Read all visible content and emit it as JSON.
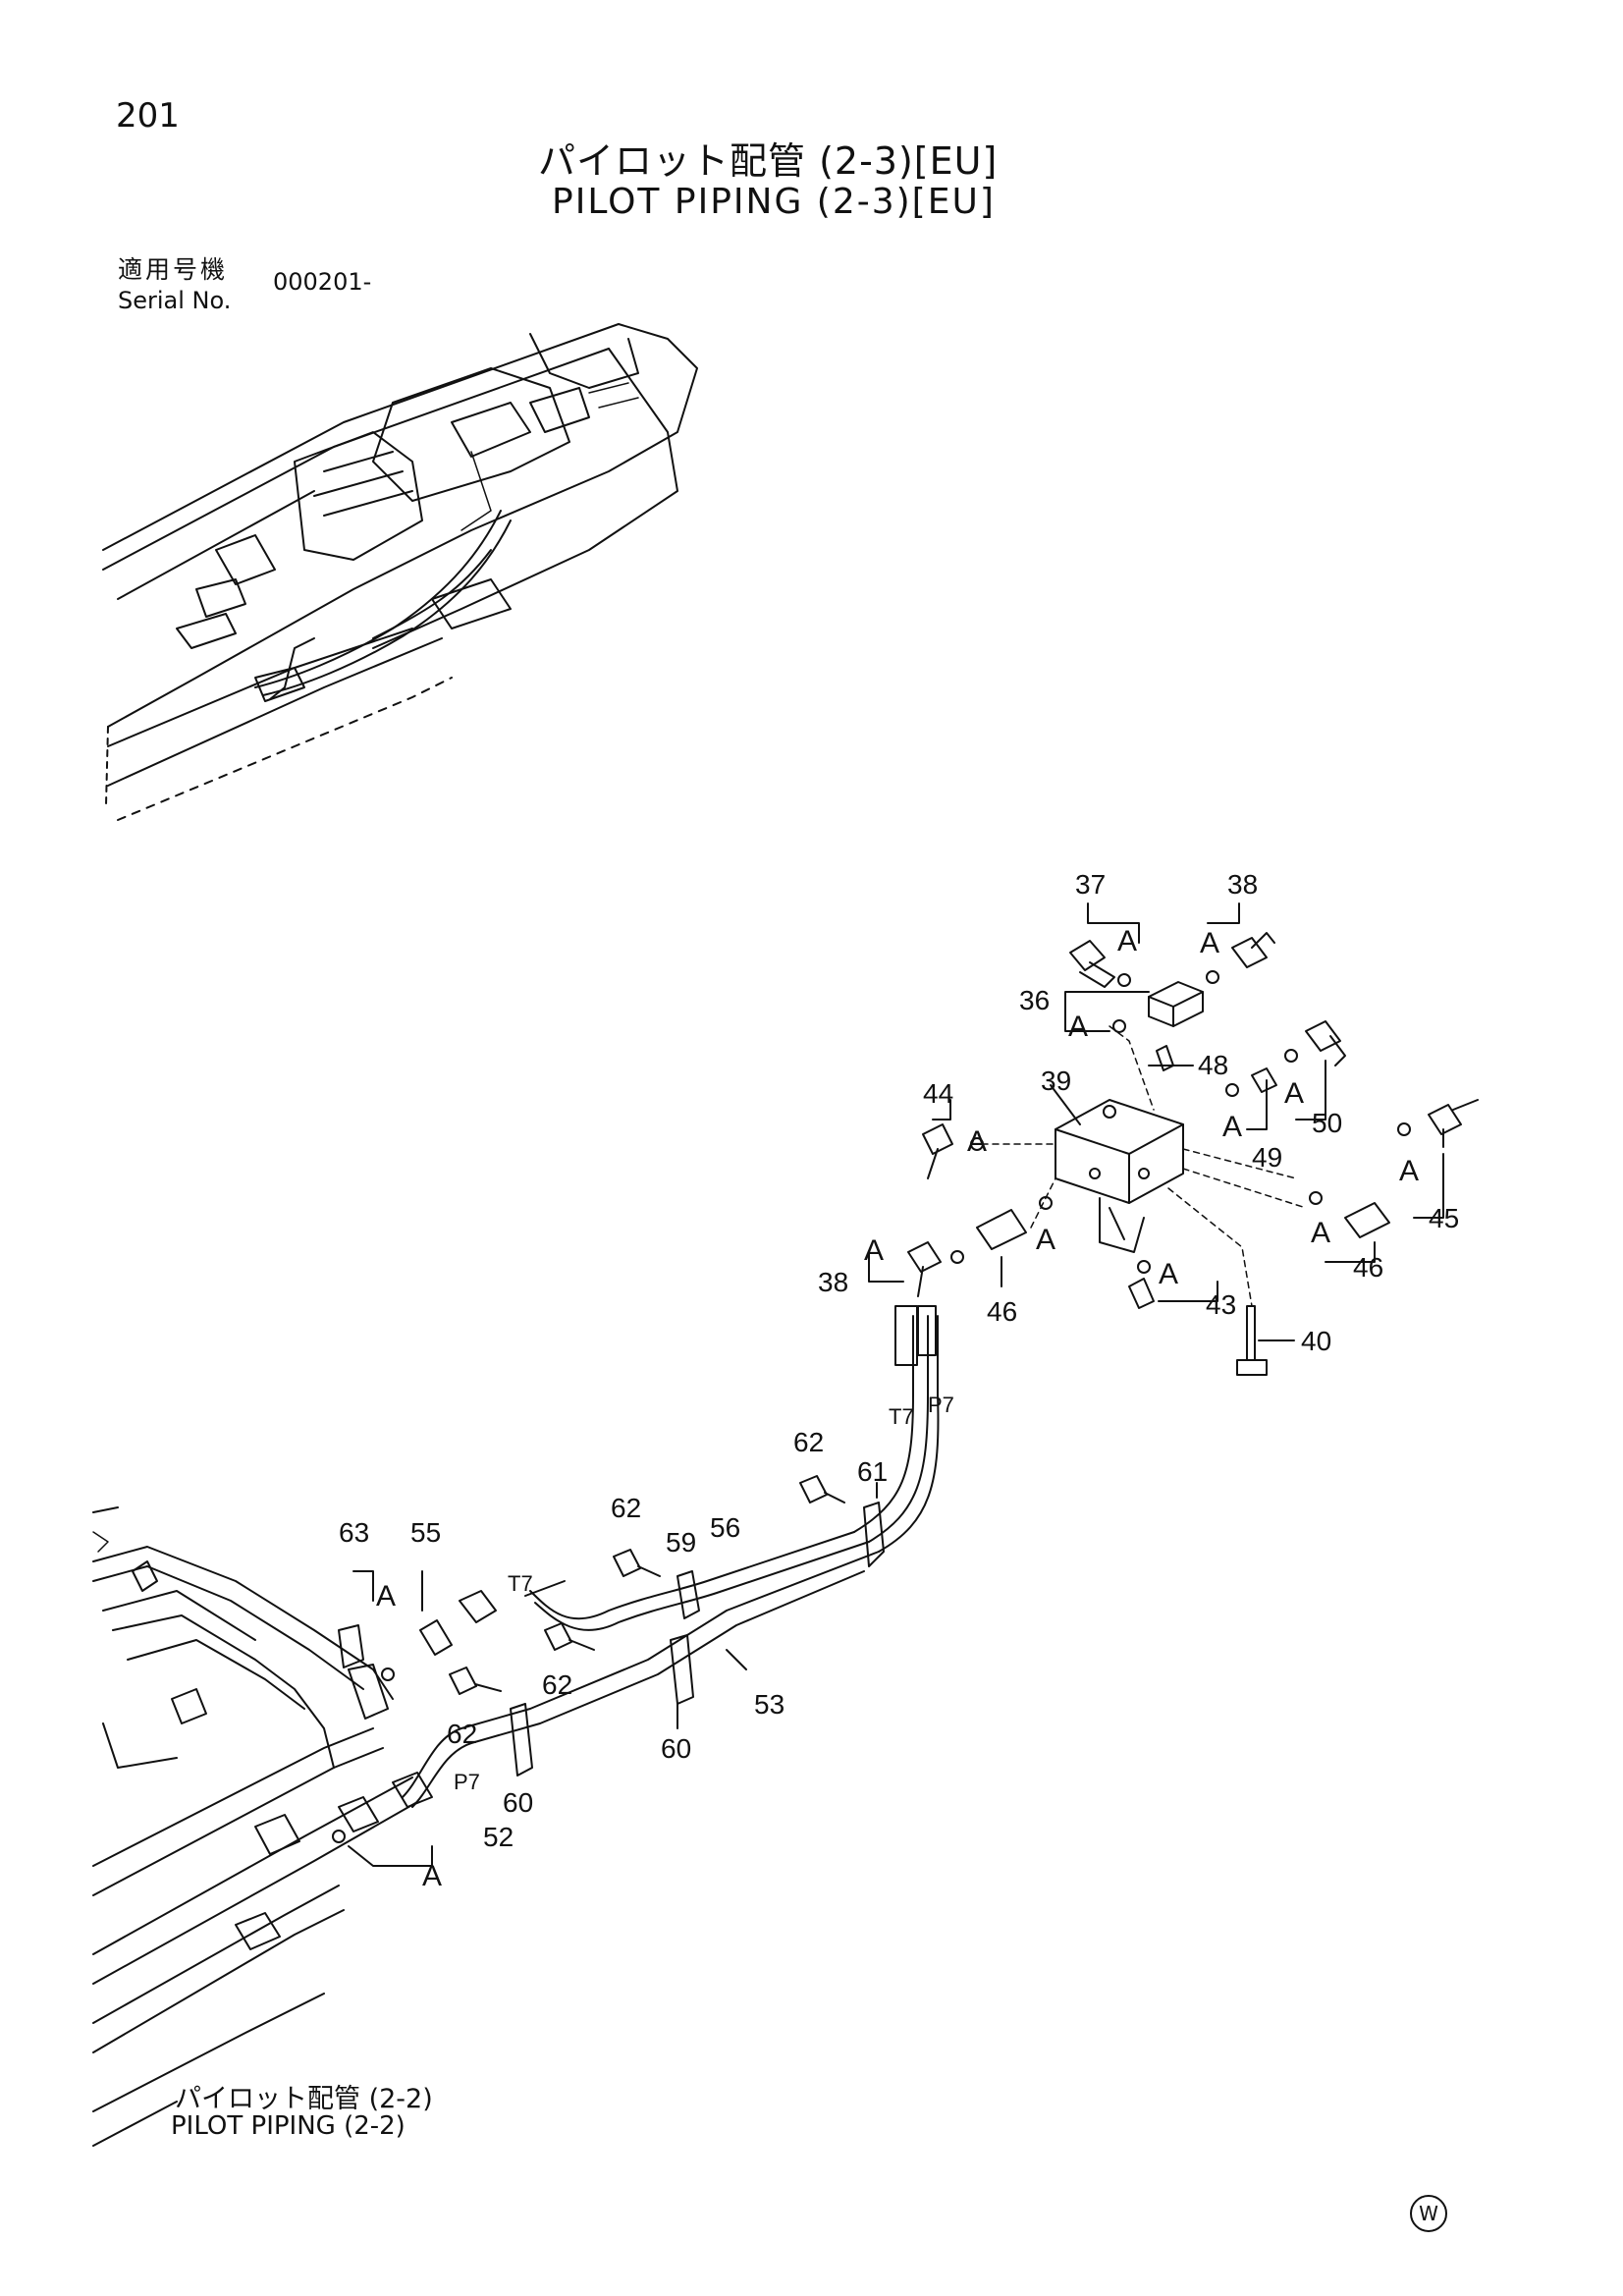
{
  "header": {
    "page_number": "201",
    "title_jp": "パイロット配管 (2-3)[EU]",
    "title_en": "PILOT PIPING (2-3)[EU]",
    "serial_label_jp": "適用号機",
    "serial_label_en": "Serial No.",
    "serial_value": "000201-"
  },
  "reference": {
    "label_jp": "パイロット配管 (2-2)",
    "label_en": "PILOT PIPING (2-2)"
  },
  "footer_mark": "W",
  "callouts": {
    "c37": "37",
    "c38a": "38",
    "c36": "36",
    "c48": "48",
    "c39": "39",
    "c44": "44",
    "c49": "49",
    "c50": "50",
    "c45": "45",
    "c38b": "38",
    "c46a": "46",
    "c46b": "46",
    "c43": "43",
    "c40": "40",
    "c62a": "62",
    "c61": "61",
    "c62b": "62",
    "c59": "59",
    "c56": "56",
    "c63": "63",
    "c55": "55",
    "c62c": "62",
    "c62d": "62",
    "c53": "53",
    "c60a": "60",
    "c60b": "60",
    "c52": "52"
  },
  "port_labels": {
    "t7a": "T7",
    "p7a": "P7",
    "t7b": "T7",
    "p7b": "P7"
  },
  "a_marker": "A"
}
